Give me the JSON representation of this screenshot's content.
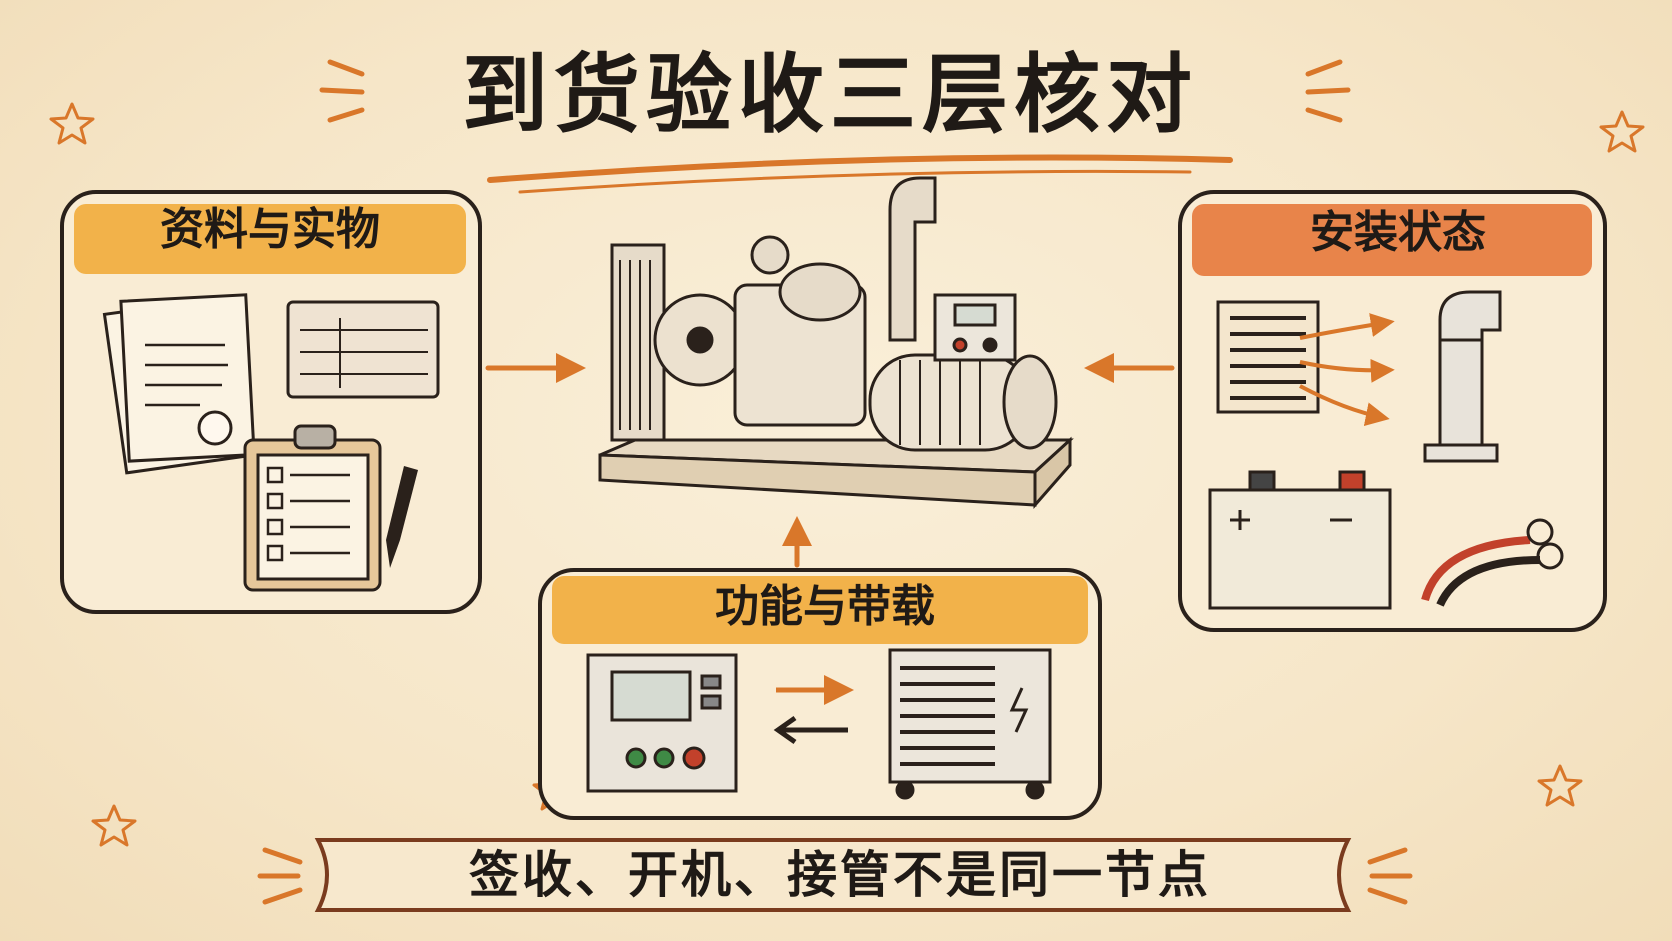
{
  "title": "到货验收三层核对",
  "panels": {
    "docs": {
      "label": "资料与实物",
      "icons": [
        "documents-icon",
        "nameplate-icon",
        "checklist-clipboard-icon",
        "pen-icon"
      ]
    },
    "install": {
      "label": "安装状态",
      "icons": [
        "ventilation-louver-icon",
        "exhaust-pipe-icon",
        "battery-icon",
        "cable-icon"
      ]
    },
    "function": {
      "label": "功能与带载",
      "icons": [
        "control-panel-icon",
        "load-bank-icon"
      ]
    }
  },
  "center": {
    "icon": "diesel-generator-icon"
  },
  "footer": "签收、开机、接管不是同一节点",
  "colors": {
    "background": "#f6e7cb",
    "accent_orange": "#e0822f",
    "label_yellow": "#f2b24a",
    "label_orange": "#e8844a",
    "ink": "#2a211b"
  }
}
